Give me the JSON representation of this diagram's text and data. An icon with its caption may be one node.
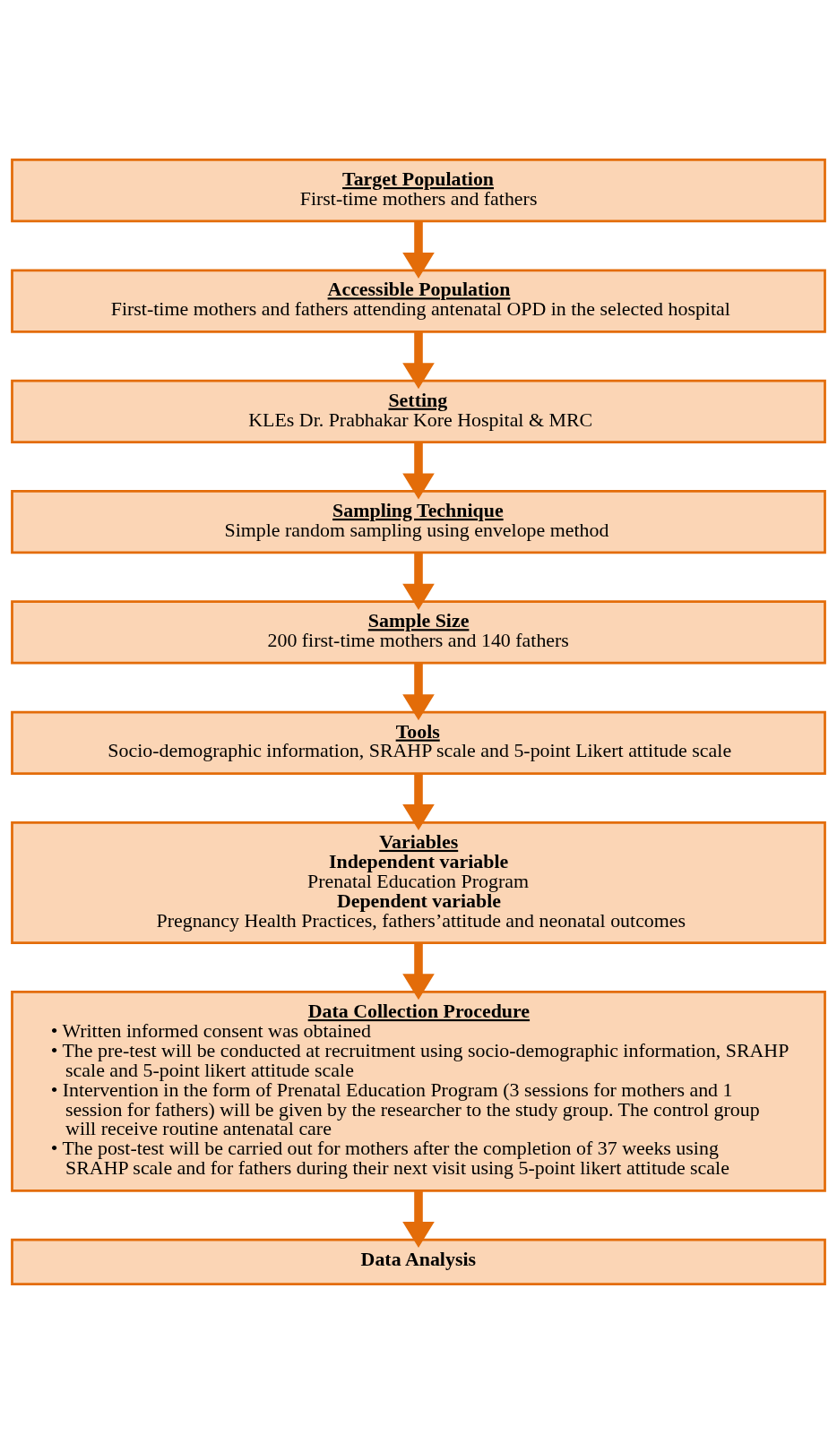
{
  "diagram": {
    "nodes": [
      {
        "text": [
          "Target Population",
          "First-time mothers and fathers"
        ]
      },
      {
        "text": [
          "Accessible Population",
          "First-time mothers and fathers attending antenatal OPD in the selected hospital"
        ]
      },
      {
        "text": [
          "Setting",
          "KLEs Dr. Prabhakar Kore Hospital & MRC"
        ]
      },
      {
        "text": [
          "Sampling Technique",
          "Simple random sampling using envelope method"
        ]
      },
      {
        "text": [
          "Sample Size",
          "200 first-time mothers and 140 fathers"
        ]
      },
      {
        "text": [
          "Tools",
          "Socio-demographic information, SRAHP scale and 5-point Likert attitude scale"
        ]
      },
      {
        "text": [
          "Variables",
          "Independent variable",
          "Prenatal Education Program",
          "Dependent variable",
          "Pregnancy Health Practices, fathers’attitude and neonatal outcomes"
        ]
      },
      {
        "text": [
          "Data Collection Procedure",
          "• Written informed consent was obtained",
          "• The pre-test will be conducted at recruitment using socio-demographic information, SRAHP scale and 5-point likert attitude scale",
          "• Intervention in the form of Prenatal Education Program (3 sessions for mothers and 1 session for fathers) will be given by the researcher to the study group. The control group will receive routine antenatal care",
          "• The post-test will be carried out for mothers after the completion of 37 weeks using SRAHP scale and for fathers during their next visit using 5-point likert attitude scale"
        ]
      },
      {
        "text": [
          "Data Analysis"
        ]
      }
    ],
    "edges": [
      {
        "from": 0,
        "to": 1,
        "arrow": "to"
      },
      {
        "from": 1,
        "to": 2,
        "arrow": "to"
      },
      {
        "from": 2,
        "to": 3,
        "arrow": "to"
      },
      {
        "from": 3,
        "to": 4,
        "arrow": "to"
      },
      {
        "from": 4,
        "to": 5,
        "arrow": "to"
      },
      {
        "from": 5,
        "to": 6,
        "arrow": "to"
      },
      {
        "from": 6,
        "to": 7,
        "arrow": "to"
      },
      {
        "from": 7,
        "to": 8,
        "arrow": "to"
      }
    ]
  }
}
